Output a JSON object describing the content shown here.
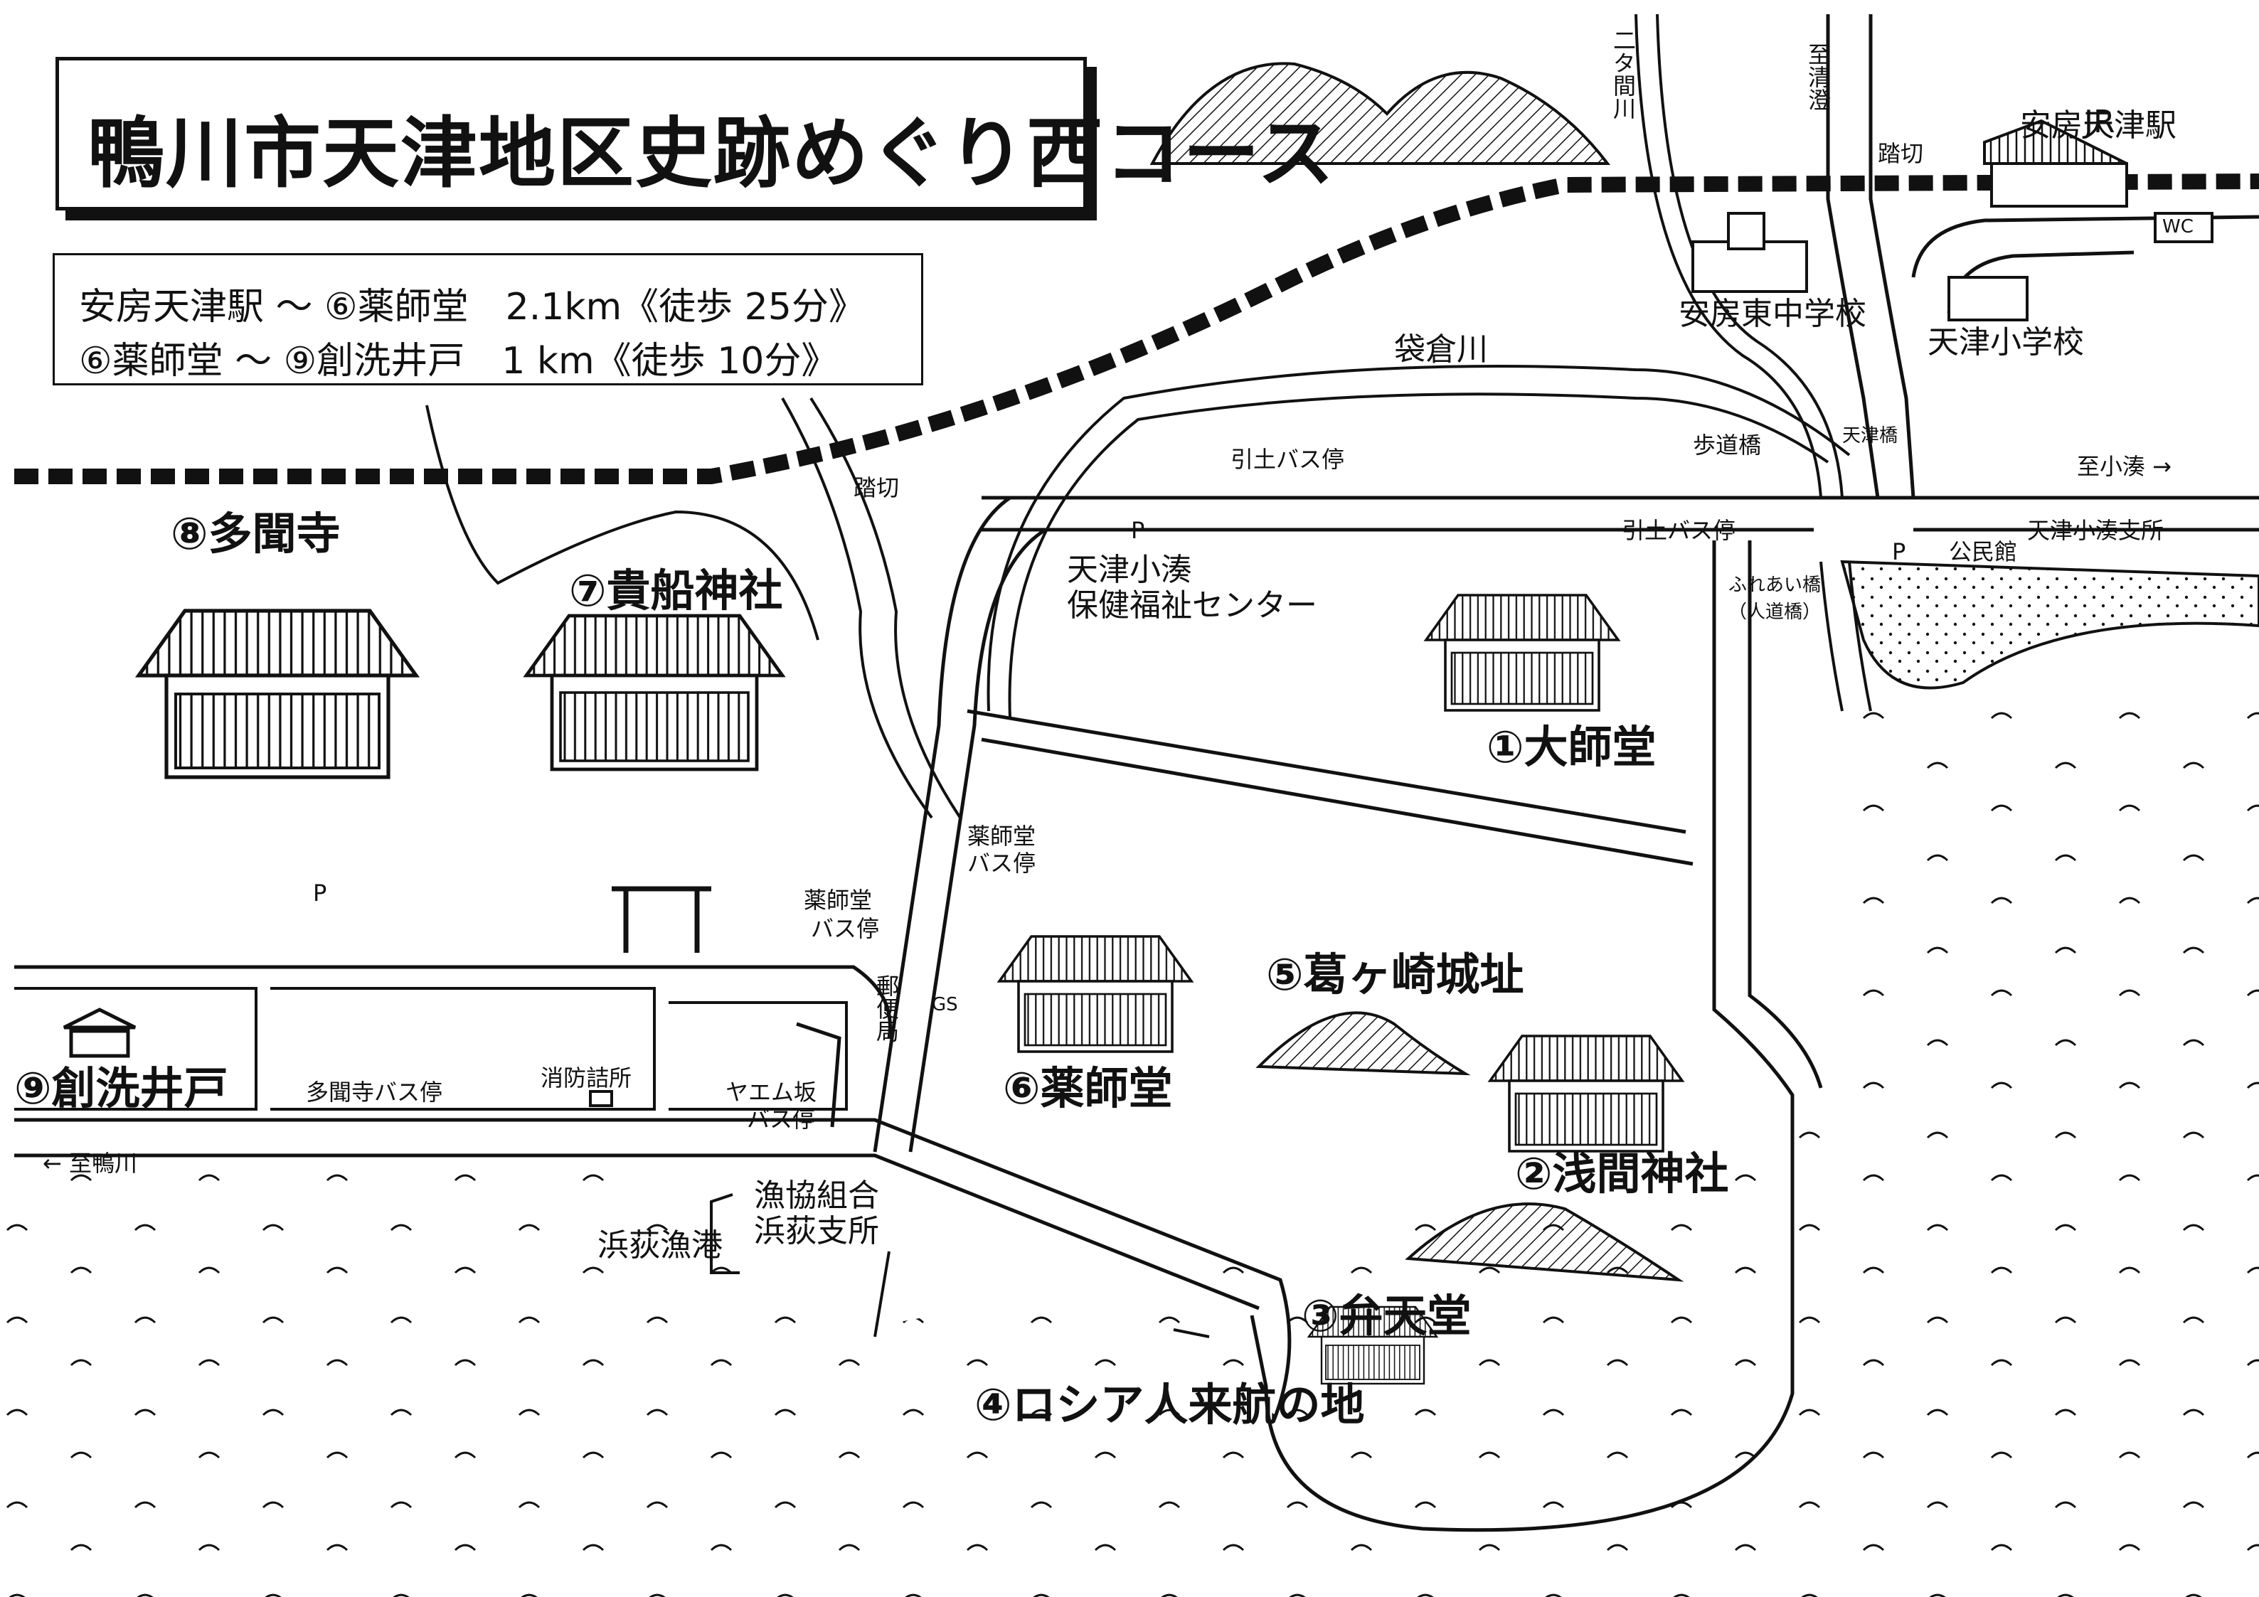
{
  "title": "鴨川市天津地区史跡めぐり西コース",
  "routes": [
    "安房天津駅 ～ ⑥薬師堂　2.1km《徒歩 25分》",
    "⑥薬師堂 ～ ⑨創洗井戸　1 km《徒歩 10分》"
  ],
  "places": {
    "p1": "①大師堂",
    "p2": "②浅間神社",
    "p3": "③弁天堂",
    "p4": "④ロシア人来航の地",
    "p5": "⑤葛ヶ崎城址",
    "p6": "⑥薬師堂",
    "p7": "⑦貴船神社",
    "p8": "⑧多聞寺",
    "p9": "⑨創洗井戸"
  },
  "labels": {
    "jr_station_1": "JR",
    "jr_station_2": "安房天津駅",
    "wc": "WC",
    "to_kiyosumi": "至清澄",
    "futamagawa": "二タ間川",
    "fumikiri_top": "踏切",
    "fumikiri_left": "踏切",
    "azuma_jhs": "安房東中学校",
    "amatsu_es": "天津小学校",
    "fukurokura_river": "袋倉川",
    "hodokyo": "歩道橋",
    "amatsu_bridge": "天津橋",
    "to_kominato": "至小湊 →",
    "hikido_bus_1": "引土バス停",
    "hikido_bus_2": "引土バス停",
    "health_center_1": "天津小湊",
    "health_center_2": "保健福祉センター",
    "fureai_1": "ふれあい橋",
    "fureai_2": "（人道橋）",
    "kominkan": "公民館",
    "branch_office": "天津小湊支所",
    "parking": "P",
    "yakushido_bus_a1": "薬師堂",
    "yakushido_bus_a2": "バス停",
    "yakushido_bus_b1": "薬師堂",
    "yakushido_bus_b2": "バス停",
    "post_office": "郵便局",
    "gs": "GS",
    "tamonji_bus": "多聞寺バス停",
    "fire_station": "消防詰所",
    "yaemuzaka_1": "ヤエム坂",
    "yaemuzaka_2": "バス停",
    "to_kamogawa": "← 至鴨川",
    "gyokyo_1": "漁協組合",
    "gyokyo_2": "浜荻支所",
    "hamaogi_port": "浜荻漁港"
  },
  "colors": {
    "ink": "#111111",
    "paper": "#ffffff"
  }
}
